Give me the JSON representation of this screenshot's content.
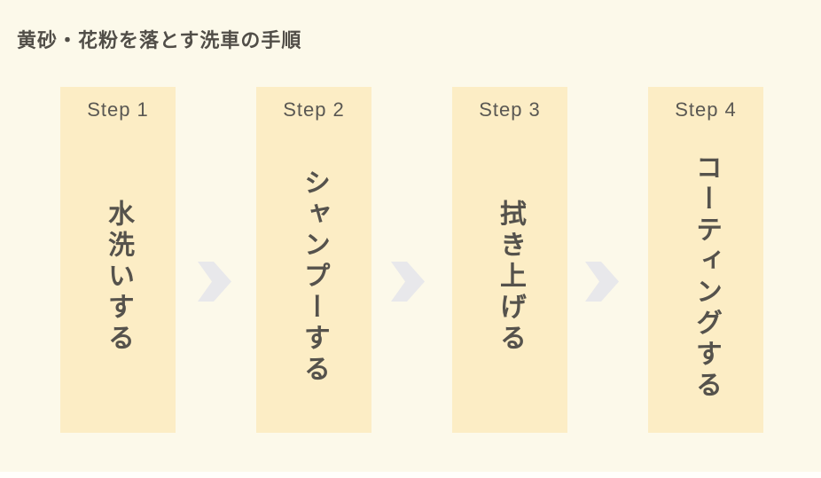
{
  "page": {
    "title": "黄砂・花粉を落とす洗車の手順"
  },
  "colors": {
    "page_background": "#FCF9EA",
    "card_background": "#FCEDC5",
    "title_text": "#514E48",
    "step_text": "#55524C",
    "chevron": "#E8E8EB"
  },
  "steps": [
    {
      "label": "Step 1",
      "text": "水洗いする"
    },
    {
      "label": "Step 2",
      "text": "シャンプーする"
    },
    {
      "label": "Step 3",
      "text": "拭き上げる"
    },
    {
      "label": "Step 4",
      "text": "コーティングする"
    }
  ]
}
